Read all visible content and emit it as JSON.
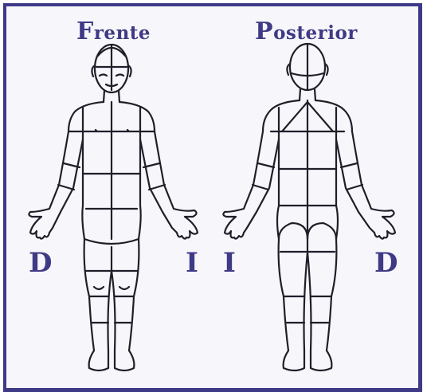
{
  "titles": {
    "front": {
      "first": "F",
      "rest": "rente"
    },
    "back": {
      "first": "P",
      "rest": "osterior"
    }
  },
  "side_labels": {
    "front_left": "D",
    "front_right": "I",
    "back_left": "I",
    "back_right": "D"
  },
  "colors": {
    "border": "#3e3a86",
    "label": "#3f3a85",
    "line": "#1f1f2a",
    "paper": "#f7f6fa"
  }
}
